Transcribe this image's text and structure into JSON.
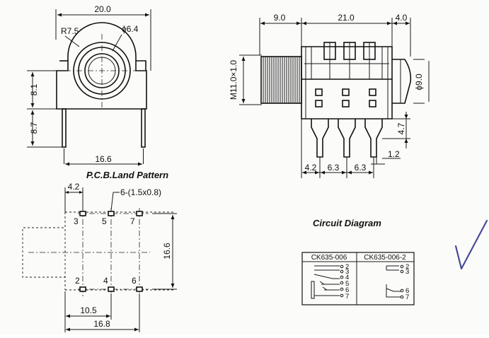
{
  "front_view": {
    "width": "20.0",
    "radius": "R7.5",
    "hole_diameter": "ϕ6.4",
    "height_upper": "8.1",
    "height_lower": "8.7",
    "pin_span": "16.6"
  },
  "side_view": {
    "thread_length": "9.0",
    "body_length": "21.0",
    "nose_length": "4.0",
    "thread_spec": "M11.0×1.0",
    "nose_diameter": "ϕ9.0",
    "pin_length": "4.7",
    "pin_offset": "4.2",
    "pin_pitch_1": "6.3",
    "pin_pitch_2": "6.3",
    "pin_width": "1.2"
  },
  "pcb": {
    "title": "P.C.B.Land Pattern",
    "offset_top": "4.2",
    "pad_spec": "6-(1.5x0.8)",
    "height": "16.6",
    "width_inner": "10.5",
    "width_outer": "16.8",
    "pins_top": [
      "3",
      "5",
      "7"
    ],
    "pins_bottom": [
      "2",
      "4",
      "6"
    ]
  },
  "circuit": {
    "title": "Circuit Diagram",
    "col1_header": "CK635-006",
    "col2_header": "CK635-006-2",
    "col1_pins": [
      "2",
      "3",
      "4",
      "5",
      "6",
      "7"
    ],
    "col2_pins": [
      "2",
      "3",
      "6",
      "7"
    ]
  }
}
